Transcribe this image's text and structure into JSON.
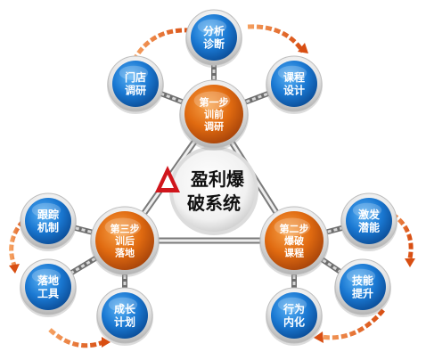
{
  "center": {
    "line1": "盈利爆",
    "line2": "破系统"
  },
  "steps": [
    {
      "lines": [
        "第一步",
        "训前",
        "调研"
      ]
    },
    {
      "lines": [
        "第二步",
        "爆破",
        "课程"
      ]
    },
    {
      "lines": [
        "第三步",
        "训后",
        "落地"
      ]
    }
  ],
  "satellites": [
    {
      "lines": [
        "分析",
        "诊断"
      ]
    },
    {
      "lines": [
        "门店",
        "调研"
      ]
    },
    {
      "lines": [
        "课程",
        "设计"
      ]
    },
    {
      "lines": [
        "激发",
        "潜能"
      ]
    },
    {
      "lines": [
        "技能",
        "提升"
      ]
    },
    {
      "lines": [
        "行为",
        "内化"
      ]
    },
    {
      "lines": [
        "跟踪",
        "机制"
      ]
    },
    {
      "lines": [
        "落地",
        "工具"
      ]
    },
    {
      "lines": [
        "成长",
        "计划"
      ]
    }
  ],
  "colors": {
    "step_orange": "#e06a10",
    "satellite_blue": "#1a78d2",
    "arrow_orange": "#e8601a",
    "logo_red": "#d0161c"
  }
}
